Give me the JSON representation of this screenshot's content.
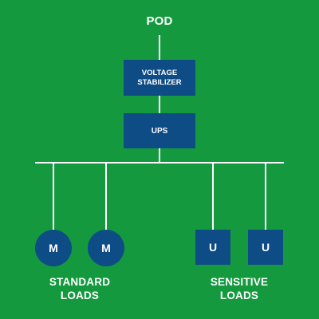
{
  "diagram": {
    "title": "POD",
    "nodes": {
      "voltage_stabilizer": {
        "line1": "VOLTAGE",
        "line2": "STABILIZER"
      },
      "ups": "UPS"
    },
    "standard_loads": {
      "items": [
        "M",
        "M"
      ],
      "label_line1": "STANDARD",
      "label_line2": "LOADS"
    },
    "sensitive_loads": {
      "items": [
        "U",
        "U"
      ],
      "label_line1": "SENSITIVE",
      "label_line2": "LOADS"
    }
  },
  "colors": {
    "background": "#14993f",
    "node_fill": "#0e4c86",
    "line": "#ffffff",
    "text": "#ffffff"
  }
}
